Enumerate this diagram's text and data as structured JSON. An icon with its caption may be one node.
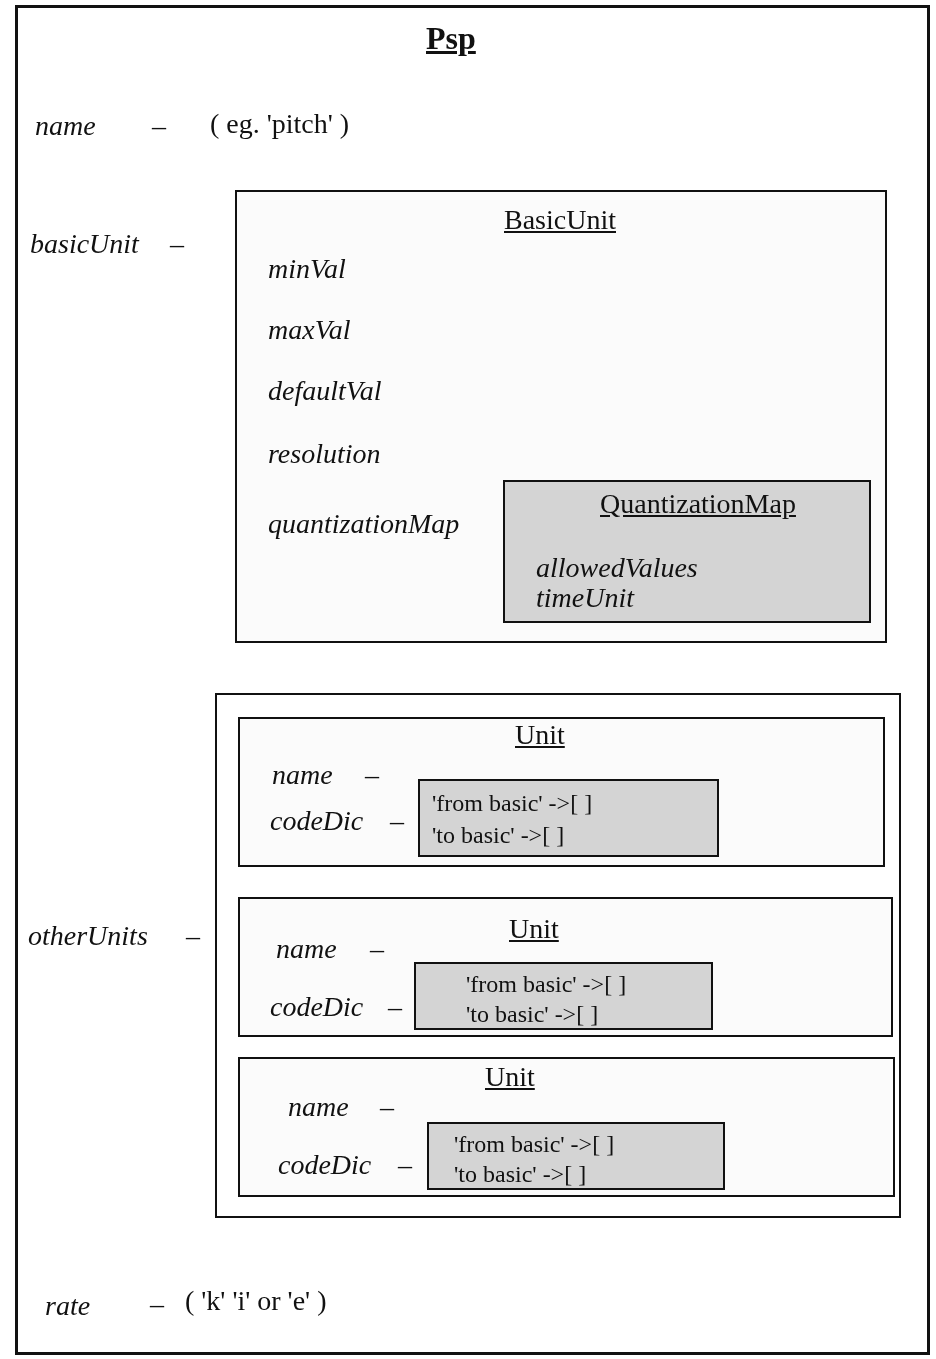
{
  "diagram": {
    "nodes": [
      {
        "text": [
          "Psp"
        ]
      },
      {
        "text": [
          "BasicUnit",
          "minVal",
          "maxVal",
          "defaultVal",
          "resolution",
          "quantizationMap"
        ],
        "in": 0
      },
      {
        "text": [
          "QuantizationMap",
          "allowedValues",
          "timeUnit"
        ],
        "in": 1
      },
      {
        "text": [],
        "shape": "box",
        "in": 0
      },
      {
        "text": [
          "Unit",
          "name",
          "–",
          "codeDic",
          "–"
        ],
        "in": 3
      },
      {
        "text": [
          "'from basic' ->[ ]",
          "'to basic' ->[ ]"
        ],
        "in": 4
      },
      {
        "text": [
          "Unit",
          "name",
          "–",
          "codeDic",
          "–"
        ],
        "in": 3
      },
      {
        "text": [
          "'from basic' ->[ ]",
          "'to basic' ->[ ]"
        ],
        "in": 6
      },
      {
        "text": [
          "Unit",
          "name",
          "–",
          "codeDic",
          "–"
        ],
        "in": 3
      },
      {
        "text": [
          "'from basic' ->[ ]",
          "'to basic' ->[ ]"
        ],
        "in": 8
      }
    ],
    "edges": [],
    "labels": [
      "name",
      "–",
      "( eg. 'pitch' )",
      "basicUnit",
      "–",
      "otherUnits",
      "–",
      "rate",
      "–",
      "( 'k' 'i' or 'e' )"
    ]
  }
}
